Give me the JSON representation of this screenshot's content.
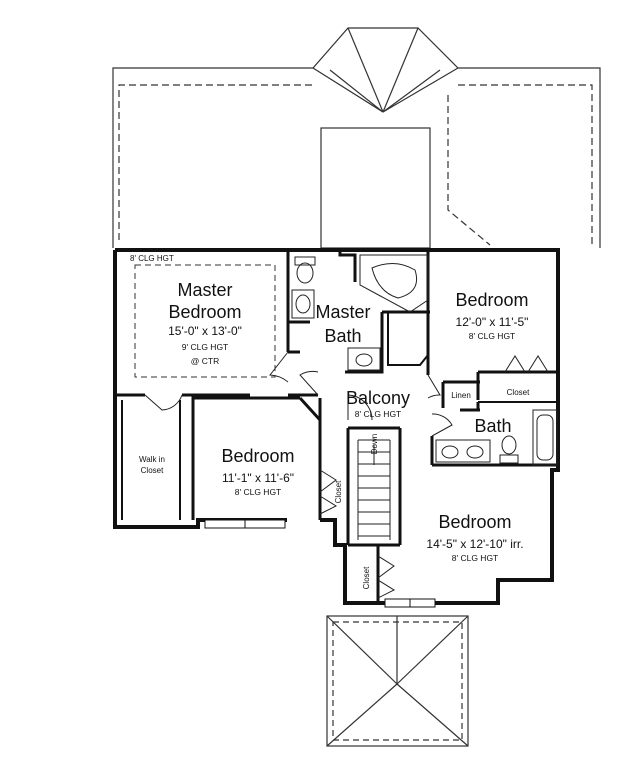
{
  "colors": {
    "wall": "#111111",
    "background": "#ffffff",
    "line": "#333333"
  },
  "rooms": {
    "master_bedroom": {
      "ceiling_note": "8' CLG HGT",
      "name_line1": "Master",
      "name_line2": "Bedroom",
      "size": "15'-0\" x 13'-0\"",
      "ceiling": "9' CLG HGT",
      "ceiling_sub": "@ CTR"
    },
    "master_bath": {
      "name_line1": "Master",
      "name_line2": "Bath"
    },
    "bedroom_ne": {
      "name": "Bedroom",
      "size": "12'-0\" x 11'-5\"",
      "ceiling": "8' CLG HGT"
    },
    "closet_ne": {
      "name": "Closet"
    },
    "linen": {
      "name": "Linen"
    },
    "bath": {
      "name": "Bath"
    },
    "balcony": {
      "name": "Balcony",
      "ceiling": "8' CLG HGT"
    },
    "walk_in_closet": {
      "name_line1": "Walk in",
      "name_line2": "Closet"
    },
    "bedroom_sw": {
      "name": "Bedroom",
      "size": "11'-1\" x 11'-6\"",
      "ceiling": "8' CLG HGT"
    },
    "closet_mid": {
      "name": "Closet"
    },
    "stairs": {
      "label": "Down"
    },
    "bedroom_se": {
      "name": "Bedroom",
      "size": "14'-5\" x 12'-10\" irr.",
      "ceiling": "8' CLG HGT"
    },
    "closet_se": {
      "name": "Closet"
    }
  }
}
